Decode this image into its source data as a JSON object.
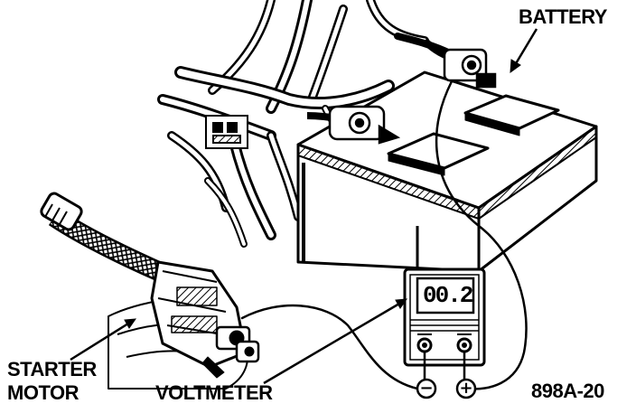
{
  "labels": {
    "battery": "BATTERY",
    "starter": "STARTER",
    "motor": "MOTOR",
    "voltmeter": "VOLTMETER",
    "figure_id": "898A-20"
  },
  "voltmeter": {
    "reading": "00.2",
    "negative_symbol": "−",
    "positive_symbol": "+"
  },
  "icons": [
    "battery-icon",
    "starter-motor-icon",
    "voltmeter-icon",
    "wiring-harness-icon"
  ],
  "colors": {
    "ink": "#000000",
    "paper": "#ffffff"
  }
}
